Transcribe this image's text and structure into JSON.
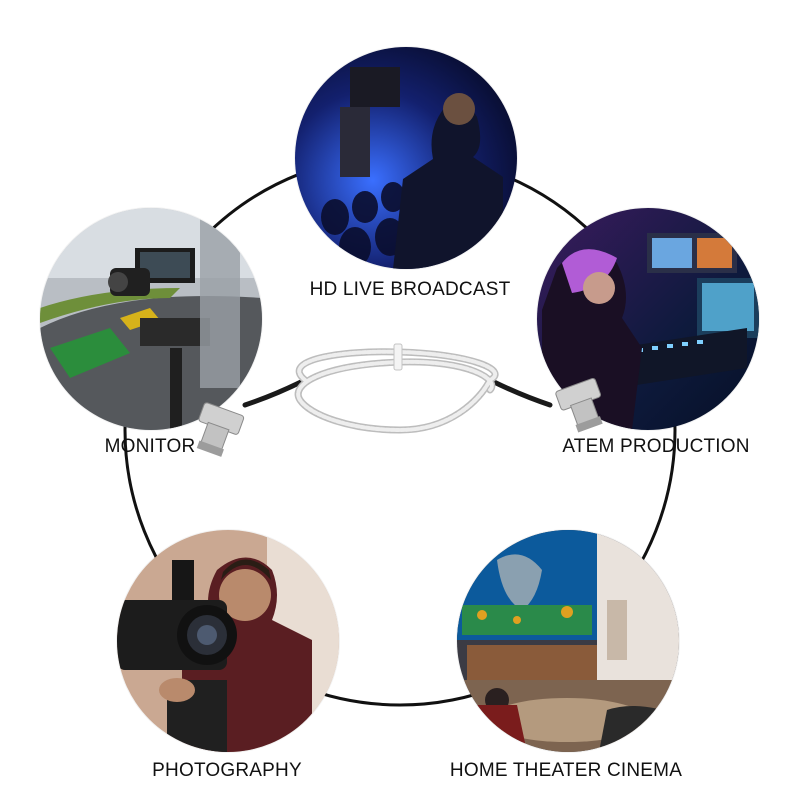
{
  "scenes": {
    "broadcast": {
      "label": "HD LIVE BROADCAST"
    },
    "monitor": {
      "label": "MONITOR"
    },
    "atem": {
      "label": "ATEM PRODUCTION"
    },
    "photography": {
      "label": "PHOTOGRAPHY"
    },
    "cinema": {
      "label": "HOME THEATER CINEMA"
    }
  },
  "colors": {
    "ring": "#111111",
    "cable_braid": "#e6e6e6",
    "cable_jacket": "#1a1a1a",
    "connector_metal": "#c9c9c9"
  },
  "icons": {
    "cable": "bnc-cable-icon"
  }
}
